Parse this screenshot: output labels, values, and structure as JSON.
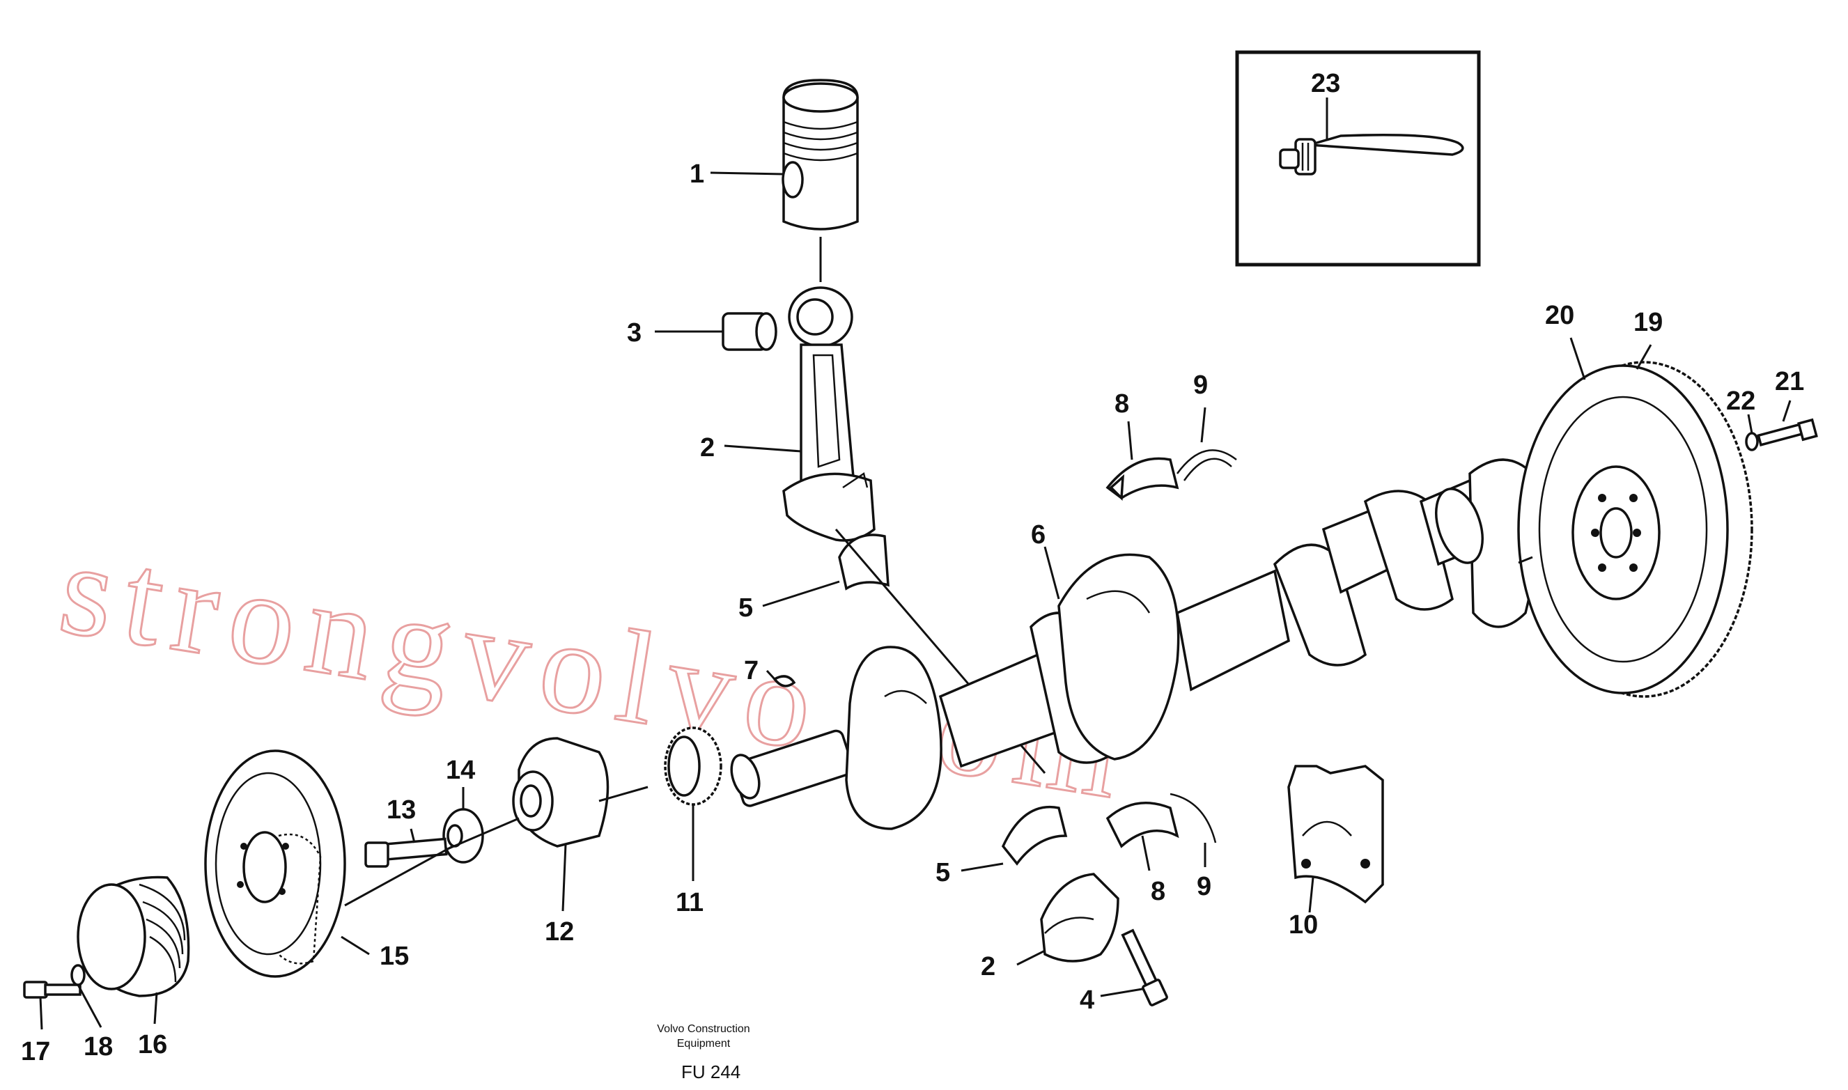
{
  "labels": {
    "l1": "1",
    "l2a": "2",
    "l2b": "2",
    "l3": "3",
    "l4": "4",
    "l5a": "5",
    "l5b": "5",
    "l6": "6",
    "l7": "7",
    "l8a": "8",
    "l8b": "8",
    "l9a": "9",
    "l9b": "9",
    "l10": "10",
    "l11": "11",
    "l12": "12",
    "l13": "13",
    "l14": "14",
    "l15": "15",
    "l16": "16",
    "l17": "17",
    "l18": "18",
    "l19": "19",
    "l20": "20",
    "l21": "21",
    "l22": "22",
    "l23": "23"
  },
  "footer": {
    "maker_line1": "Volvo Construction",
    "maker_line2": "Equipment",
    "code": "FU 244"
  },
  "watermark": "strongvolvo.com"
}
